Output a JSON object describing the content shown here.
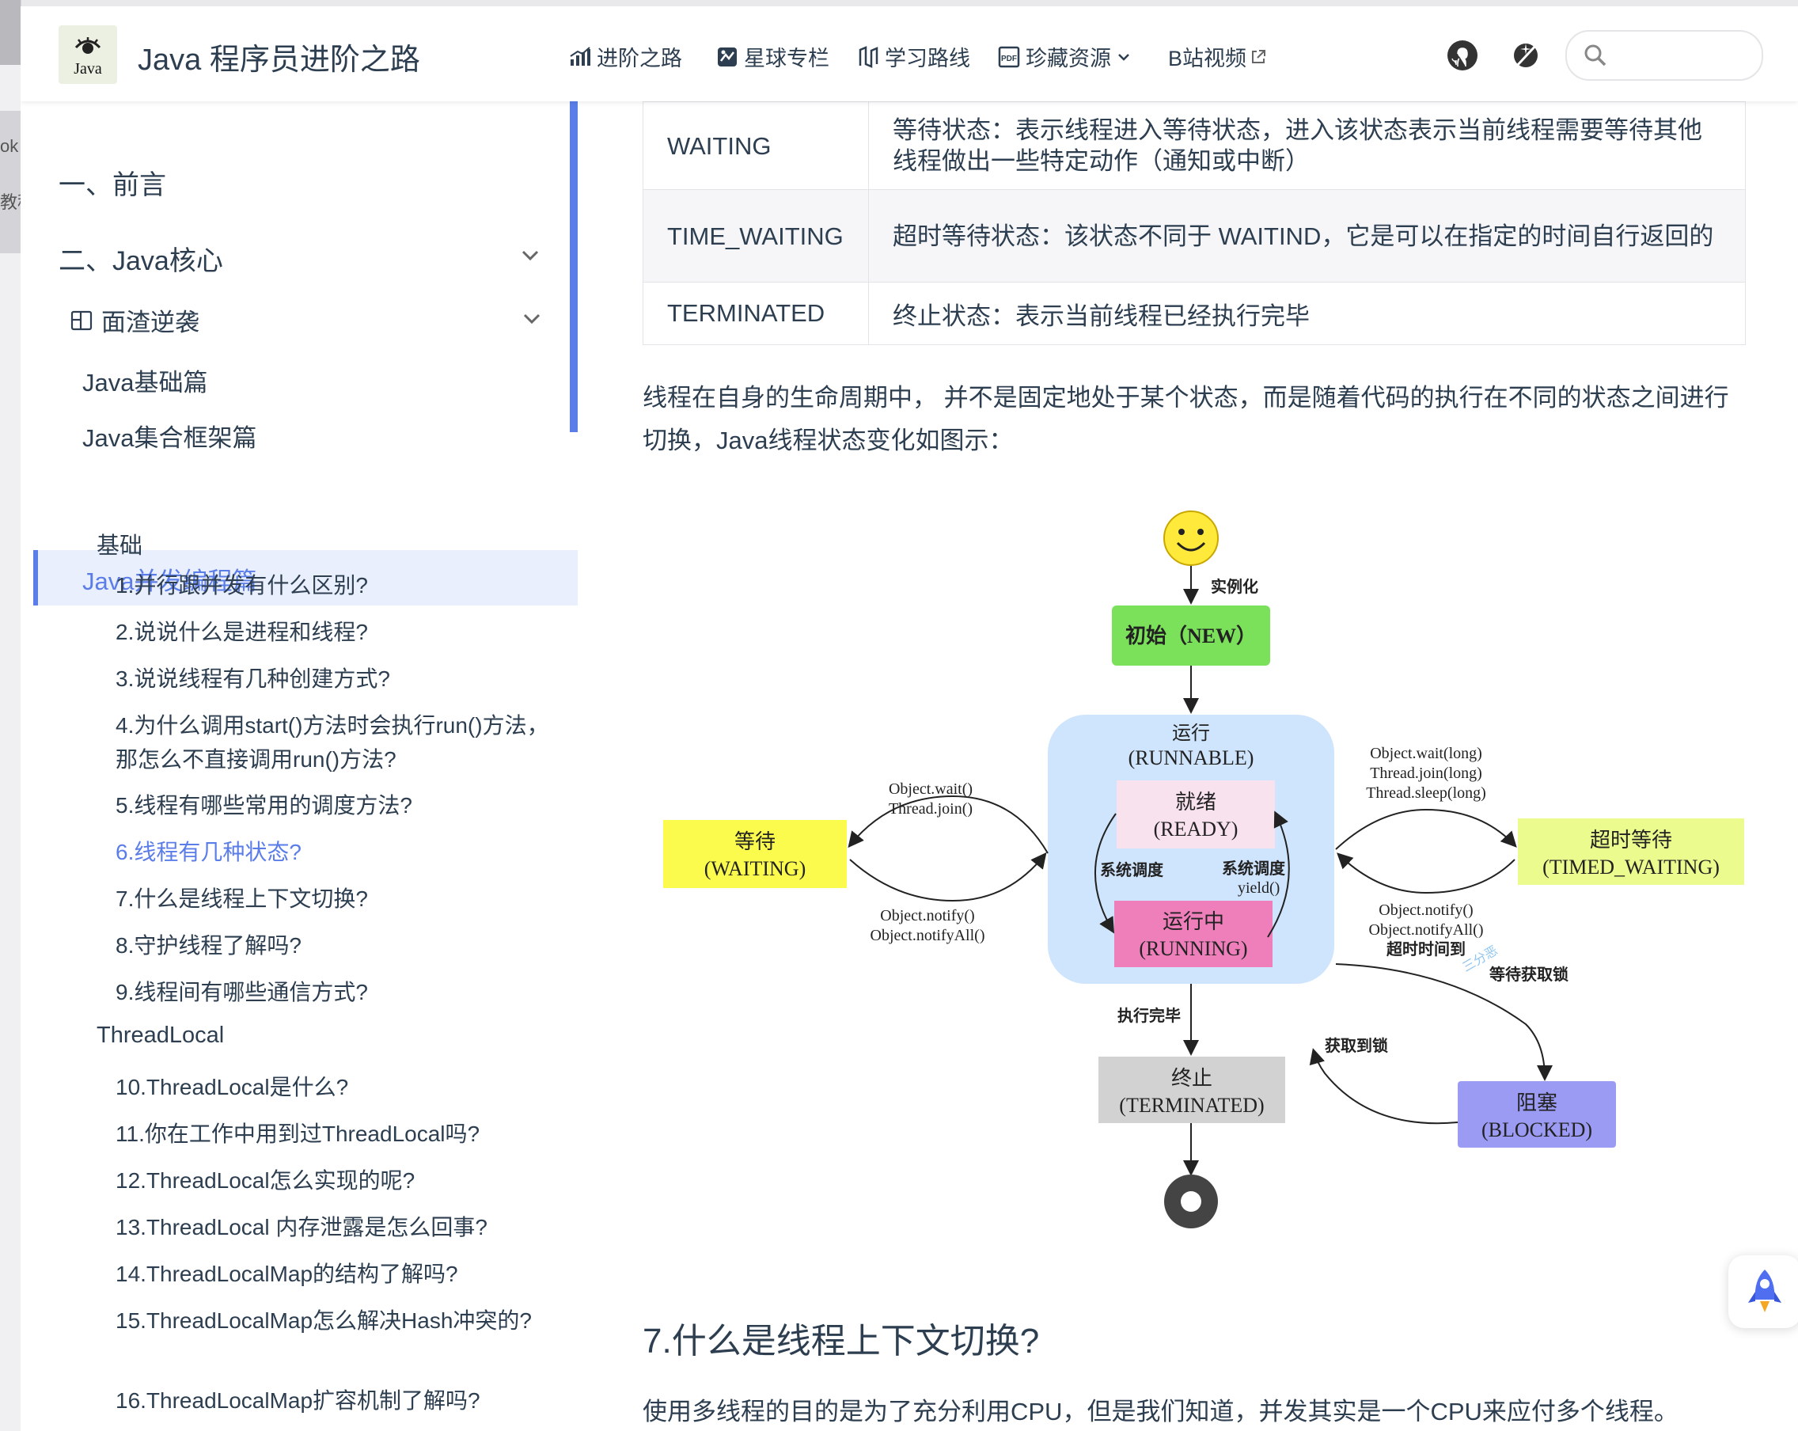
{
  "background": {
    "fragment_1": "ok",
    "fragment_2": "教程"
  },
  "navbar": {
    "logo_text": "Java",
    "site_title": "Java 程序员进阶之路",
    "items": [
      {
        "label": "进阶之路",
        "icon": "chart-icon"
      },
      {
        "label": "星球专栏",
        "icon": "planet-icon"
      },
      {
        "label": "学习路线",
        "icon": "route-icon"
      },
      {
        "label": "珍藏资源",
        "icon": "pdf-icon"
      },
      {
        "label": "B站视频",
        "icon": "external-link-icon"
      }
    ],
    "search": {
      "placeholder": ""
    }
  },
  "sidebar": {
    "top": [
      {
        "label": "一、前言"
      },
      {
        "label": "二、Java核心"
      }
    ],
    "group": {
      "label": "面渣逆袭"
    },
    "subs": [
      {
        "label": "Java基础篇"
      },
      {
        "label": "Java集合框架篇"
      },
      {
        "label": "Java并发编程篇"
      }
    ],
    "sections": [
      {
        "label": "基础"
      },
      {
        "label": "ThreadLocal"
      }
    ],
    "questions": [
      "1.并行跟并发有什么区别?",
      "2.说说什么是进程和线程?",
      "3.说说线程有几种创建方式?",
      "4.为什么调用start()方法时会执行run()方法，那怎么不直接调用run()方法?",
      "5.线程有哪些常用的调度方法?",
      "6.线程有几种状态?",
      "7.什么是线程上下文切换?",
      "8.守护线程了解吗?",
      "9.线程间有哪些通信方式?",
      "10.ThreadLocal是什么?",
      "11.你在工作中用到过ThreadLocal吗?",
      "12.ThreadLocal怎么实现的呢?",
      "13.ThreadLocal 内存泄露是怎么回事?",
      "14.ThreadLocalMap的结构了解吗?",
      "15.ThreadLocalMap怎么解决Hash冲突的?",
      "16.ThreadLocalMap扩容机制了解吗?"
    ]
  },
  "content": {
    "table_rows": [
      {
        "state": "WAITING",
        "desc": "等待状态：表示线程进入等待状态，进入该状态表示当前线程需要等待其他线程做出一些特定动作（通知或中断）"
      },
      {
        "state": "TIME_WAITING",
        "desc": "超时等待状态：该状态不同于 WAITIND，它是可以在指定的时间自行返回的"
      },
      {
        "state": "TERMINATED",
        "desc": "终止状态：表示当前线程已经执行完毕"
      }
    ],
    "paragraph": "线程在自身的生命周期中， 并不是固定地处于某个状态，而是随着代码的执行在不同的状态之间进行切换，Java线程状态变化如图示：",
    "heading": "7.什么是线程上下文切换?",
    "paragraph2": "使用多线程的目的是为了充分利用CPU，但是我们知道，并发其实是一个CPU来应付多个线程。"
  },
  "diagram": {
    "instantiate": "实例化",
    "new_state": "初始（NEW）",
    "runnable_1": "运行",
    "runnable_2": "(RUNNABLE)",
    "ready_1": "就绪",
    "ready_2": "(READY)",
    "running_1": "运行中",
    "running_2": "(RUNNING)",
    "sched_left": "系统调度",
    "sched_right": "系统调度",
    "yield": "yield()",
    "waiting_1": "等待",
    "waiting_2": "(WAITING)",
    "wait_in_1": "Object.wait()",
    "wait_in_2": "Thread.join()",
    "wait_out_1": "Object.notify()",
    "wait_out_2": "Object.notifyAll()",
    "timed_1": "超时等待",
    "timed_2": "(TIMED_WAITING)",
    "timed_in_1": "Object.wait(long)",
    "timed_in_2": "Thread.join(long)",
    "timed_in_3": "Thread.sleep(long)",
    "timed_out_1": "Object.notify()",
    "timed_out_2": "Object.notifyAll()",
    "timed_out_3": "超时时间到",
    "watermark": "三分恶",
    "lock_wait": "等待获取锁",
    "lock_get": "获取到锁",
    "blocked_1": "阻塞",
    "blocked_2": "(BLOCKED)",
    "done": "执行完毕",
    "term_1": "终止",
    "term_2": "(TERMINATED)"
  },
  "colors": {
    "accent": "#5b7de8",
    "new": "#7be15b",
    "runnable": "#cfe4fd",
    "ready": "#f8e2ee",
    "running": "#ee7fbb",
    "waiting": "#fbfb4e",
    "timed": "#ecfb8d",
    "blocked": "#9b9bf4",
    "terminated": "#d2d2d2"
  }
}
